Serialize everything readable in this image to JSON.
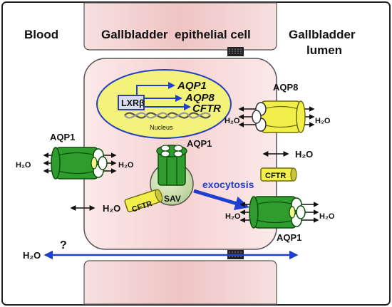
{
  "compartments": {
    "blood": "Blood",
    "cell": "Gallbladder  epithelial cell",
    "lumen_line1": "Gallbladder",
    "lumen_line2": "lumen"
  },
  "nucleus": {
    "receptor": "LXRβ",
    "gene_aqp1": "AQP1",
    "gene_aqp8": "AQP8",
    "gene_cftr": "CFTR",
    "label": "Nucleus"
  },
  "channels": {
    "aqp1_basolateral": "AQP1",
    "aqp1_vesicle": "AQP1",
    "aqp8_apical": "AQP8",
    "aqp1_apical": "AQP1",
    "cftr_vesicle": "CFTR",
    "cftr_apical": "CFTR",
    "sav": "SAV"
  },
  "water": {
    "baso_left": "H₂O",
    "baso_right": "H₂O",
    "cytoplasm": "H₂O",
    "aqp8_left": "H₂O",
    "aqp8_right": "H₂O",
    "mid_apical": "H₂O",
    "aqp1_apical_left": "H₂O",
    "aqp1_apical_right": "H₂O",
    "paracellular": "H₂O"
  },
  "process": {
    "exocytosis": "exocytosis",
    "question": "?"
  },
  "colors": {
    "aqp_green": "#2a9a2a",
    "aqp8_yellow": "#f2ef4a",
    "nucleus_fill": "#f3f27a",
    "cell_pink": "#f8d8d8",
    "arrow_blue": "#1f3fd0"
  }
}
